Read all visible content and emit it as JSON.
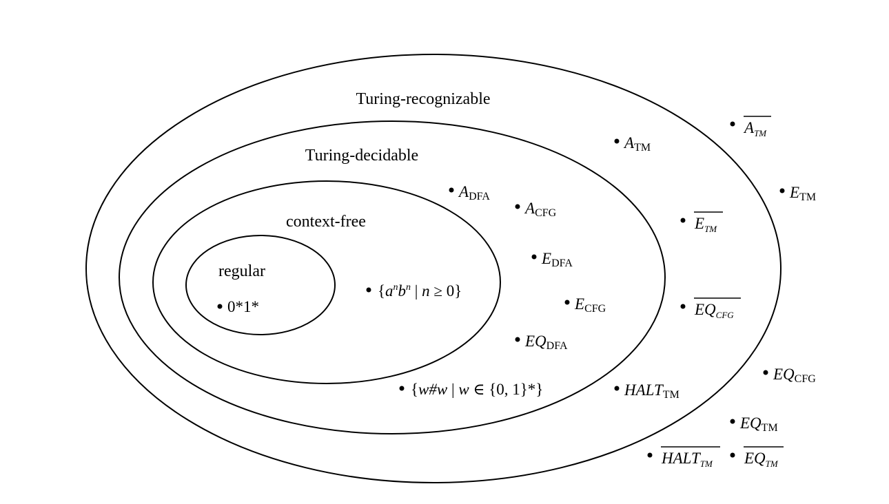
{
  "regions": {
    "recognizable": "Turing-recognizable",
    "decidable": "Turing-decidable",
    "context_free": "context-free",
    "regular": "regular"
  },
  "items": {
    "zero_one": {
      "main": "0*1*"
    },
    "anbn": {
      "p1": "{",
      "a": "a",
      "n1": "n",
      "b": "b",
      "n2": "n",
      "p2": " | ",
      "n3": "n",
      "p3": " ≥ 0}"
    },
    "wsharpw": {
      "p1": "{",
      "w1": "w#w",
      "p2": " | ",
      "w2": "w",
      "p3": " ∈ {0, 1}*}"
    },
    "a_dfa": {
      "main": "A",
      "sub": "DFA"
    },
    "a_cfg": {
      "main": "A",
      "sub": "CFG"
    },
    "e_dfa": {
      "main": "E",
      "sub": "DFA"
    },
    "e_cfg": {
      "main": "E",
      "sub": "CFG"
    },
    "eq_dfa": {
      "main": "EQ",
      "sub": "DFA"
    },
    "a_tm": {
      "main": "A",
      "sub": "TM"
    },
    "halt_tm": {
      "main": "HALT",
      "sub": "TM"
    },
    "not_e_tm": {
      "main": "E",
      "sub": "TM"
    },
    "not_eq_cfg": {
      "main": "EQ",
      "sub": "CFG"
    },
    "not_a_tm": {
      "main": "A",
      "sub": "TM"
    },
    "e_tm": {
      "main": "E",
      "sub": "TM"
    },
    "eq_cfg": {
      "main": "EQ",
      "sub": "CFG"
    },
    "eq_tm": {
      "main": "EQ",
      "sub": "TM"
    },
    "not_halt_tm": {
      "main": "HALT",
      "sub": "TM"
    },
    "not_eq_tm": {
      "main": "EQ",
      "sub": "TM"
    }
  }
}
